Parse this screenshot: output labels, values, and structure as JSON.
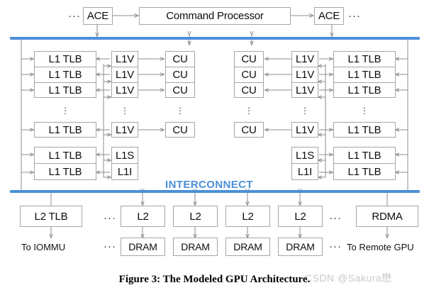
{
  "figure": {
    "caption": "Figure 3: The Modeled GPU Architecture.",
    "watermark": "CSDN @Sakura懋"
  },
  "colors": {
    "interconnect_blue": "#4b8fd8",
    "box_border": "#a6a6a6",
    "arrow_gray": "#8c8c8c",
    "text": "#0d0d0d"
  },
  "top_row": {
    "left_ellipsis": "···",
    "ace_left": "ACE",
    "command_processor": "Command Processor",
    "ace_right": "ACE",
    "right_ellipsis": "···"
  },
  "interconnect": {
    "label": "INTERCONNECT"
  },
  "left_cluster": {
    "tlb_top": [
      "L1 TLB",
      "L1 TLB",
      "L1 TLB"
    ],
    "tlb_mid": [
      "L1 TLB"
    ],
    "tlb_bottom": [
      "L1 TLB",
      "L1 TLB"
    ],
    "l1v_top": [
      "L1V",
      "L1V",
      "L1V"
    ],
    "l1v_mid": [
      "L1V"
    ],
    "l1_other": [
      "L1S",
      "L1I"
    ],
    "cu_top": [
      "CU",
      "CU",
      "CU"
    ],
    "cu_mid": [
      "CU"
    ],
    "vertical_ellipsis": "⋮"
  },
  "right_cluster": {
    "tlb_top": [
      "L1 TLB",
      "L1 TLB",
      "L1 TLB"
    ],
    "tlb_mid": [
      "L1 TLB"
    ],
    "tlb_bottom": [
      "L1 TLB",
      "L1 TLB"
    ],
    "l1v_top": [
      "L1V",
      "L1V",
      "L1V"
    ],
    "l1v_mid": [
      "L1V"
    ],
    "l1_other": [
      "L1S",
      "L1I"
    ],
    "cu_top": [
      "CU",
      "CU",
      "CU"
    ],
    "cu_mid": [
      "CU"
    ],
    "vertical_ellipsis": "⋮"
  },
  "memory_row": {
    "l2_tlb": "L2 TLB",
    "left_ellipsis": "···",
    "l2": [
      "L2",
      "L2",
      "L2",
      "L2"
    ],
    "right_ellipsis": "···",
    "rdma": "RDMA"
  },
  "dram_row": {
    "to_iommu": "To IOMMU",
    "left_ellipsis": "···",
    "dram": [
      "DRAM",
      "DRAM",
      "DRAM",
      "DRAM"
    ],
    "right_ellipsis": "···",
    "to_remote_gpu": "To Remote GPU"
  }
}
